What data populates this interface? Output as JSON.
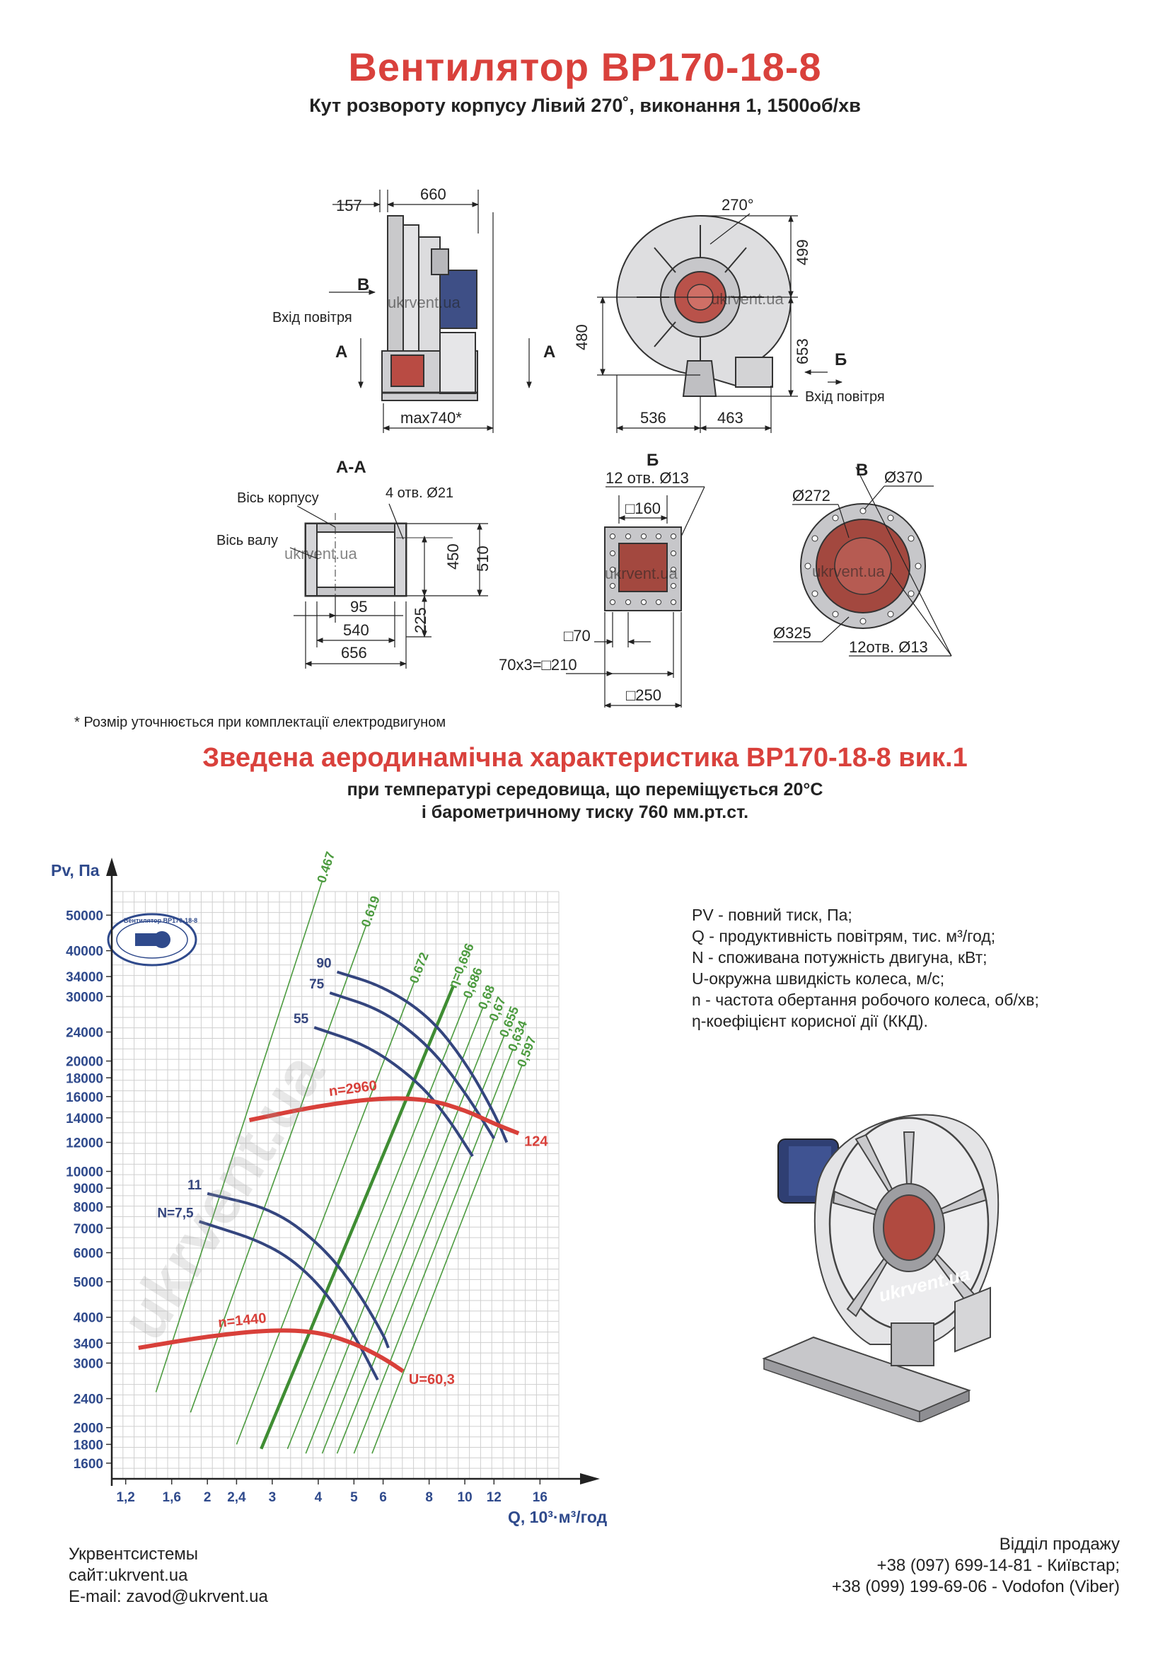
{
  "header": {
    "title": "Вентилятор ВР170-18-8",
    "subtitle": "Кут розвороту корпусу Лівий 270˚, виконання 1, 1500об/хв"
  },
  "drawings": {
    "side": {
      "dim_157": "157",
      "dim_660": "660",
      "dim_max740": "max740*",
      "label_v": "В",
      "label_a_left": "А",
      "label_a_right": "А",
      "inlet": "Вхід повітря",
      "watermark": "ukrvent.ua"
    },
    "front": {
      "angle": "270°",
      "dim_499": "499",
      "dim_480": "480",
      "dim_653": "653",
      "dim_536": "536",
      "dim_463": "463",
      "label_b": "Б",
      "inlet": "Вхід повітря",
      "watermark": "ukrvent.ua"
    },
    "section_aa": {
      "title": "А-А",
      "axis_body": "Вісь корпусу",
      "axis_shaft": "Вісь валу",
      "holes": "4 отв. Ø21",
      "dim_450": "450",
      "dim_510": "510",
      "dim_225": "225",
      "dim_95": "95",
      "dim_540": "540",
      "dim_656": "656",
      "watermark": "ukrvent.ua"
    },
    "view_b": {
      "title": "Б",
      "holes": "12 отв. Ø13",
      "sq160": "□160",
      "sq70": "□70",
      "pitch": "70x3=□210",
      "sq250": "□250",
      "watermark": "ukrvent.ua"
    },
    "view_v": {
      "title": "В",
      "d370": "Ø370",
      "d272": "Ø272",
      "d325": "Ø325",
      "holes": "12отв.  Ø13",
      "watermark": "ukrvent.ua"
    }
  },
  "footnote": "* Розмір уточнюється при комплектації електродвигуном",
  "section": {
    "title": "Зведена аеродинамічна характеристика ВР170-18-8 вик.1",
    "condition_1": "при температурі середовища, що переміщується 20°С",
    "condition_2": "і барометричному тиску 760 мм.рт.ст."
  },
  "chart_data": {
    "type": "line",
    "xlabel": "Q, 10³·м³/год",
    "ylabel": "Pv, Па",
    "xscale": "log",
    "yscale": "log",
    "xlim": [
      1.1,
      18
    ],
    "ylim": [
      1450,
      58000
    ],
    "xticks": [
      "1,2",
      "1,6",
      "2",
      "2,4",
      "3",
      "4",
      "5",
      "6",
      "8",
      "10",
      "12",
      "16"
    ],
    "xtick_values": [
      1.2,
      1.6,
      2,
      2.4,
      3,
      4,
      5,
      6,
      8,
      10,
      12,
      16
    ],
    "yticks": [
      "50000",
      "40000",
      "34000",
      "30000",
      "24000",
      "20000",
      "18000",
      "16000",
      "14000",
      "12000",
      "10000",
      "9000",
      "8000",
      "7000",
      "6000",
      "5000",
      "4000",
      "3400",
      "3000",
      "2400",
      "2000",
      "1800",
      "1600"
    ],
    "ytick_values": [
      50000,
      40000,
      34000,
      30000,
      24000,
      20000,
      18000,
      16000,
      14000,
      12000,
      10000,
      9000,
      8000,
      7000,
      6000,
      5000,
      4000,
      3400,
      3000,
      2400,
      2000,
      1800,
      1600
    ],
    "grid": true,
    "logo": "Вентилятор ВР170-18-8",
    "watermark": "ukrvent.ua",
    "colors": {
      "power": "#34457e",
      "speed": "#d8403a",
      "efficiency": "#4c9b3f",
      "efficiency_peak": "#3f8d33",
      "grid": "#cfcfcf"
    },
    "speed_curves": [
      {
        "label": "n=2960",
        "end_label": "124",
        "points": [
          [
            2.6,
            13800
          ],
          [
            4,
            15100
          ],
          [
            6,
            15900
          ],
          [
            8,
            15700
          ],
          [
            10,
            14700
          ],
          [
            12,
            13500
          ],
          [
            14,
            12700
          ]
        ]
      },
      {
        "label": "n=1440",
        "end_label": "U=60,3",
        "points": [
          [
            1.3,
            3300
          ],
          [
            2,
            3550
          ],
          [
            3,
            3700
          ],
          [
            4,
            3650
          ],
          [
            5,
            3400
          ],
          [
            6,
            3100
          ],
          [
            6.8,
            2850
          ]
        ]
      }
    ],
    "power_curves": [
      {
        "label": "90",
        "points": [
          [
            4.5,
            35000
          ],
          [
            6,
            32000
          ],
          [
            8,
            26500
          ],
          [
            10,
            20000
          ],
          [
            12,
            14500
          ],
          [
            13,
            12000
          ]
        ]
      },
      {
        "label": "75",
        "points": [
          [
            4.3,
            30700
          ],
          [
            6,
            27500
          ],
          [
            8,
            22000
          ],
          [
            10,
            16500
          ],
          [
            12,
            12300
          ]
        ]
      },
      {
        "label": "55",
        "points": [
          [
            3.9,
            24700
          ],
          [
            5.5,
            22000
          ],
          [
            7.5,
            17500
          ],
          [
            9,
            14000
          ],
          [
            10.5,
            11000
          ]
        ]
      },
      {
        "label": "11",
        "points": [
          [
            2,
            8700
          ],
          [
            3,
            7900
          ],
          [
            4,
            6400
          ],
          [
            5,
            4900
          ],
          [
            6,
            3600
          ],
          [
            6.2,
            3300
          ]
        ]
      },
      {
        "label": "N=7,5",
        "points": [
          [
            1.9,
            7300
          ],
          [
            3,
            6300
          ],
          [
            4,
            5000
          ],
          [
            5,
            3600
          ],
          [
            5.8,
            2700
          ]
        ]
      }
    ],
    "efficiency_lines": [
      {
        "label": "0.467",
        "from": [
          1.45,
          2500
        ],
        "to": [
          4.1,
          62000
        ]
      },
      {
        "label": "0.619",
        "from": [
          1.8,
          2200
        ],
        "to": [
          5.4,
          47000
        ]
      },
      {
        "label": "0.672",
        "from": [
          2.4,
          1800
        ],
        "to": [
          7.3,
          33000
        ]
      },
      {
        "label": "η=0,696",
        "from": [
          2.8,
          1750
        ],
        "to": [
          9.3,
          32000
        ]
      },
      {
        "label": "0,686",
        "from": [
          3.3,
          1750
        ],
        "to": [
          10.2,
          30000
        ]
      },
      {
        "label": "0,68",
        "from": [
          3.7,
          1700
        ],
        "to": [
          11.2,
          28000
        ]
      },
      {
        "label": "0,67",
        "from": [
          4.1,
          1700
        ],
        "to": [
          12,
          26000
        ]
      },
      {
        "label": "0,655",
        "from": [
          4.5,
          1700
        ],
        "to": [
          12.8,
          23500
        ]
      },
      {
        "label": "0,634",
        "from": [
          5,
          1700
        ],
        "to": [
          13.5,
          21500
        ]
      },
      {
        "label": "0,597",
        "from": [
          5.6,
          1700
        ],
        "to": [
          14.3,
          19500
        ]
      }
    ]
  },
  "legend": [
    "PV - повний тиск, Па;",
    "Q - продуктивність повітрям, тис. м³/год;",
    "N - споживана потужність двигуна, кВт;",
    "U-окружна швидкість колеса, м/с;",
    "n - частота обертання робочого колеса, об/хв;",
    "η-коефіцієнт корисної дії (ККД)."
  ],
  "product_image": {
    "watermark": "ukrvent.ua"
  },
  "contacts": {
    "company": "Укрвентсистемы",
    "site": "сайт:ukrvent.ua",
    "email": "E-mail: zavod@ukrvent.ua",
    "sales_title": "Відділ продажу",
    "phone_1": "+38 (097) 699-14-81 - Київстар;",
    "phone_2": "+38 (099) 199-69-06 - Vodofon (Viber)"
  }
}
